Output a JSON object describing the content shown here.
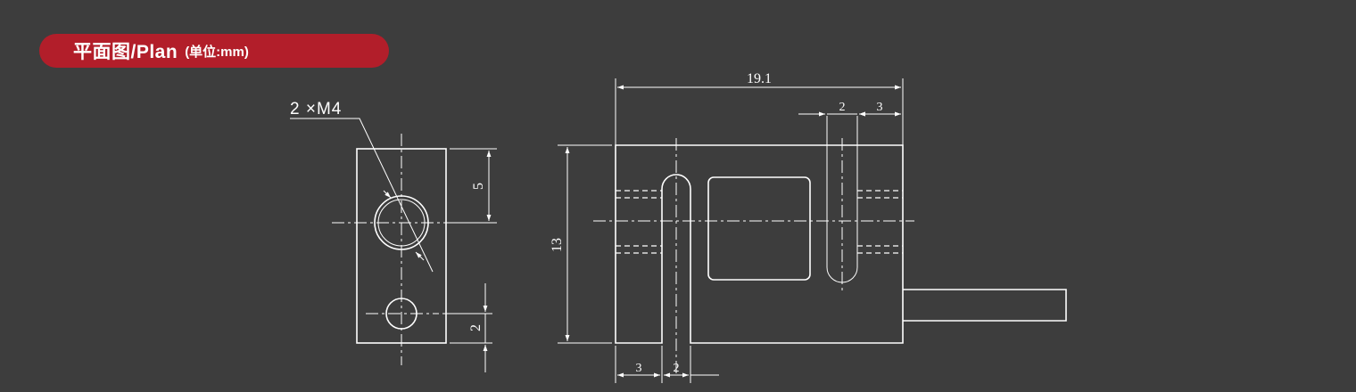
{
  "header": {
    "title": "平面图/Plan",
    "unit": "(单位:mm)",
    "accent_color": "#b21e2a",
    "background_color": "#3d3d3d"
  },
  "left_view": {
    "hole_label": "2 ×M4",
    "dim_top": "5",
    "dim_bottom": "2"
  },
  "right_view": {
    "dim_width": "19.1",
    "dim_slot_top": "2",
    "dim_offset_top": "3",
    "dim_height": "13",
    "dim_offset_bottom": "3",
    "dim_slot_bottom": "2"
  }
}
